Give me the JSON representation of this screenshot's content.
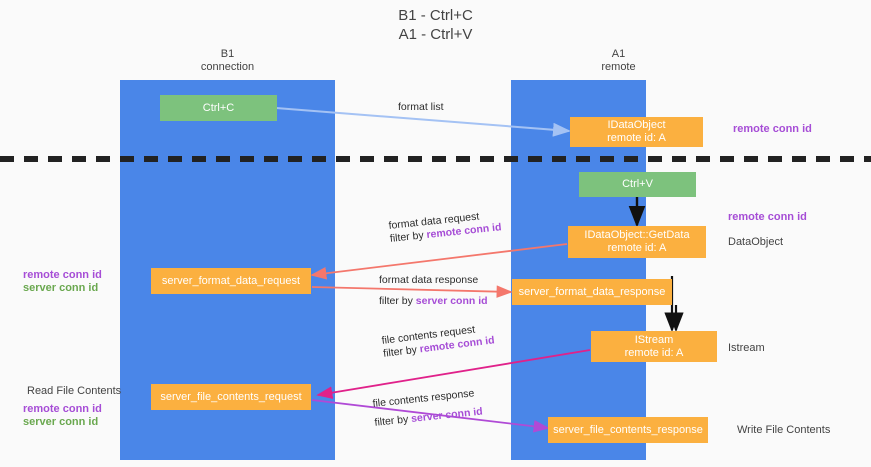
{
  "title": "B1 - Ctrl+C\nA1 - Ctrl+V",
  "colors": {
    "lane": "#4a86e8",
    "green_node": "#7dc27d",
    "orange_node": "#fbb040",
    "remote_conn_id": "#a64dd6",
    "server_conn_id": "#6aa84f",
    "arrow_blue": "#a4c2f4",
    "arrow_black": "#000000",
    "arrow_red": "#f4776c",
    "arrow_magenta": "#e0218a",
    "arrow_purple": "#a64dd6",
    "page_background": "#fafafa"
  },
  "columns": [
    {
      "name": "B1\nconnection"
    },
    {
      "name": "A1\nremote"
    }
  ],
  "nodes": [
    {
      "id": "ctrl-c",
      "label": "Ctrl+C"
    },
    {
      "id": "idataobject",
      "label": "IDataObject\nremote id: A"
    },
    {
      "id": "ctrl-v",
      "label": "Ctrl+V"
    },
    {
      "id": "idataobject-getdata",
      "label": "IDataObject::GetData\nremote id: A"
    },
    {
      "id": "server-format-data-request",
      "label": "server_format_data_request"
    },
    {
      "id": "server-format-data-response",
      "label": "server_format_data_response"
    },
    {
      "id": "istream",
      "label": "IStream\nremote id: A"
    },
    {
      "id": "server-file-contents-request",
      "label": "server_file_contents_request"
    },
    {
      "id": "server-file-contents-response",
      "label": "server_file_contents_response"
    }
  ],
  "edges": [
    {
      "id": "format-list",
      "line1": "format list",
      "line2": "",
      "line2_key": ""
    },
    {
      "id": "format-data-request",
      "line1": "format data request",
      "line2": "filter by ",
      "line2_key": "remote conn id"
    },
    {
      "id": "format-data-response",
      "line1": "format data response",
      "line2": "filter by ",
      "line2_key": "server conn id"
    },
    {
      "id": "file-contents-request",
      "line1": "file contents request",
      "line2": "filter by ",
      "line2_key": "remote conn id"
    },
    {
      "id": "file-contents-response",
      "line1": "file contents response",
      "line2": "filter by ",
      "line2_key": "server conn id"
    }
  ],
  "annotations": {
    "right_remote_top": "remote conn id",
    "right_remote_mid": "remote conn id",
    "right_dataobject": "DataObject",
    "right_istream": "Istream",
    "right_write_file": "Write File Contents",
    "left_read_file": "Read File Contents",
    "left_remote_1": "remote conn id",
    "left_server_1": "server conn id",
    "left_remote_2": "remote conn id",
    "left_server_2": "server conn id"
  }
}
